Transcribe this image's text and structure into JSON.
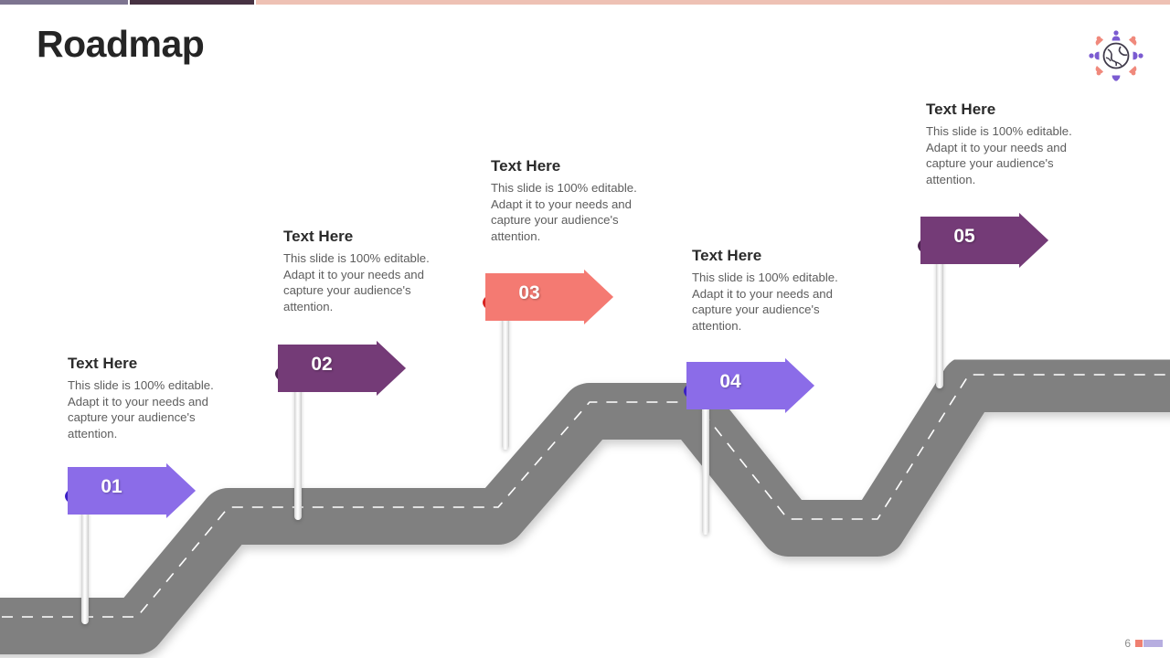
{
  "slide": {
    "title": "Roadmap",
    "page_number": "6",
    "background_color": "#ffffff"
  },
  "topbar": {
    "segments": [
      {
        "name": "segment-muted-purple",
        "color": "#7d7490"
      },
      {
        "name": "segment-dark-purple",
        "color": "#473243"
      },
      {
        "name": "segment-salmon",
        "color": "#eec1b4"
      }
    ]
  },
  "logo": {
    "name": "global-team-globe-logo",
    "globe_color": "#3f3a4a",
    "person_purple": "#7b5bd1",
    "person_coral": "#f0897c"
  },
  "road": {
    "fill": "#808080",
    "dash_color": "#ffffff"
  },
  "milestones": [
    {
      "number": "01",
      "heading": "Text Here",
      "body": "This slide is 100% editable. Adapt it to your needs and capture your audience's attention.",
      "color": "#8b6ce8",
      "fold_color": "#3a1fc4"
    },
    {
      "number": "02",
      "heading": "Text Here",
      "body": "This slide is 100% editable. Adapt it to your needs and capture your audience's attention.",
      "color": "#743b77",
      "fold_color": "#4b2250"
    },
    {
      "number": "03",
      "heading": "Text Here",
      "body": "This slide is 100% editable. Adapt it to your needs and capture your audience's attention.",
      "color": "#f47a72",
      "fold_color": "#d8221f"
    },
    {
      "number": "04",
      "heading": "Text Here",
      "body": "This slide is 100% editable. Adapt it to your needs and capture your audience's attention.",
      "color": "#8b6ce8",
      "fold_color": "#3a1fc4"
    },
    {
      "number": "05",
      "heading": "Text Here",
      "body": "This slide is 100% editable. Adapt it to your needs and capture your audience's attention.",
      "color": "#743b77",
      "fold_color": "#4b2250"
    }
  ],
  "footer": {
    "chip_coral": "#ef8071",
    "chip_lavender": "#b7aee0"
  }
}
